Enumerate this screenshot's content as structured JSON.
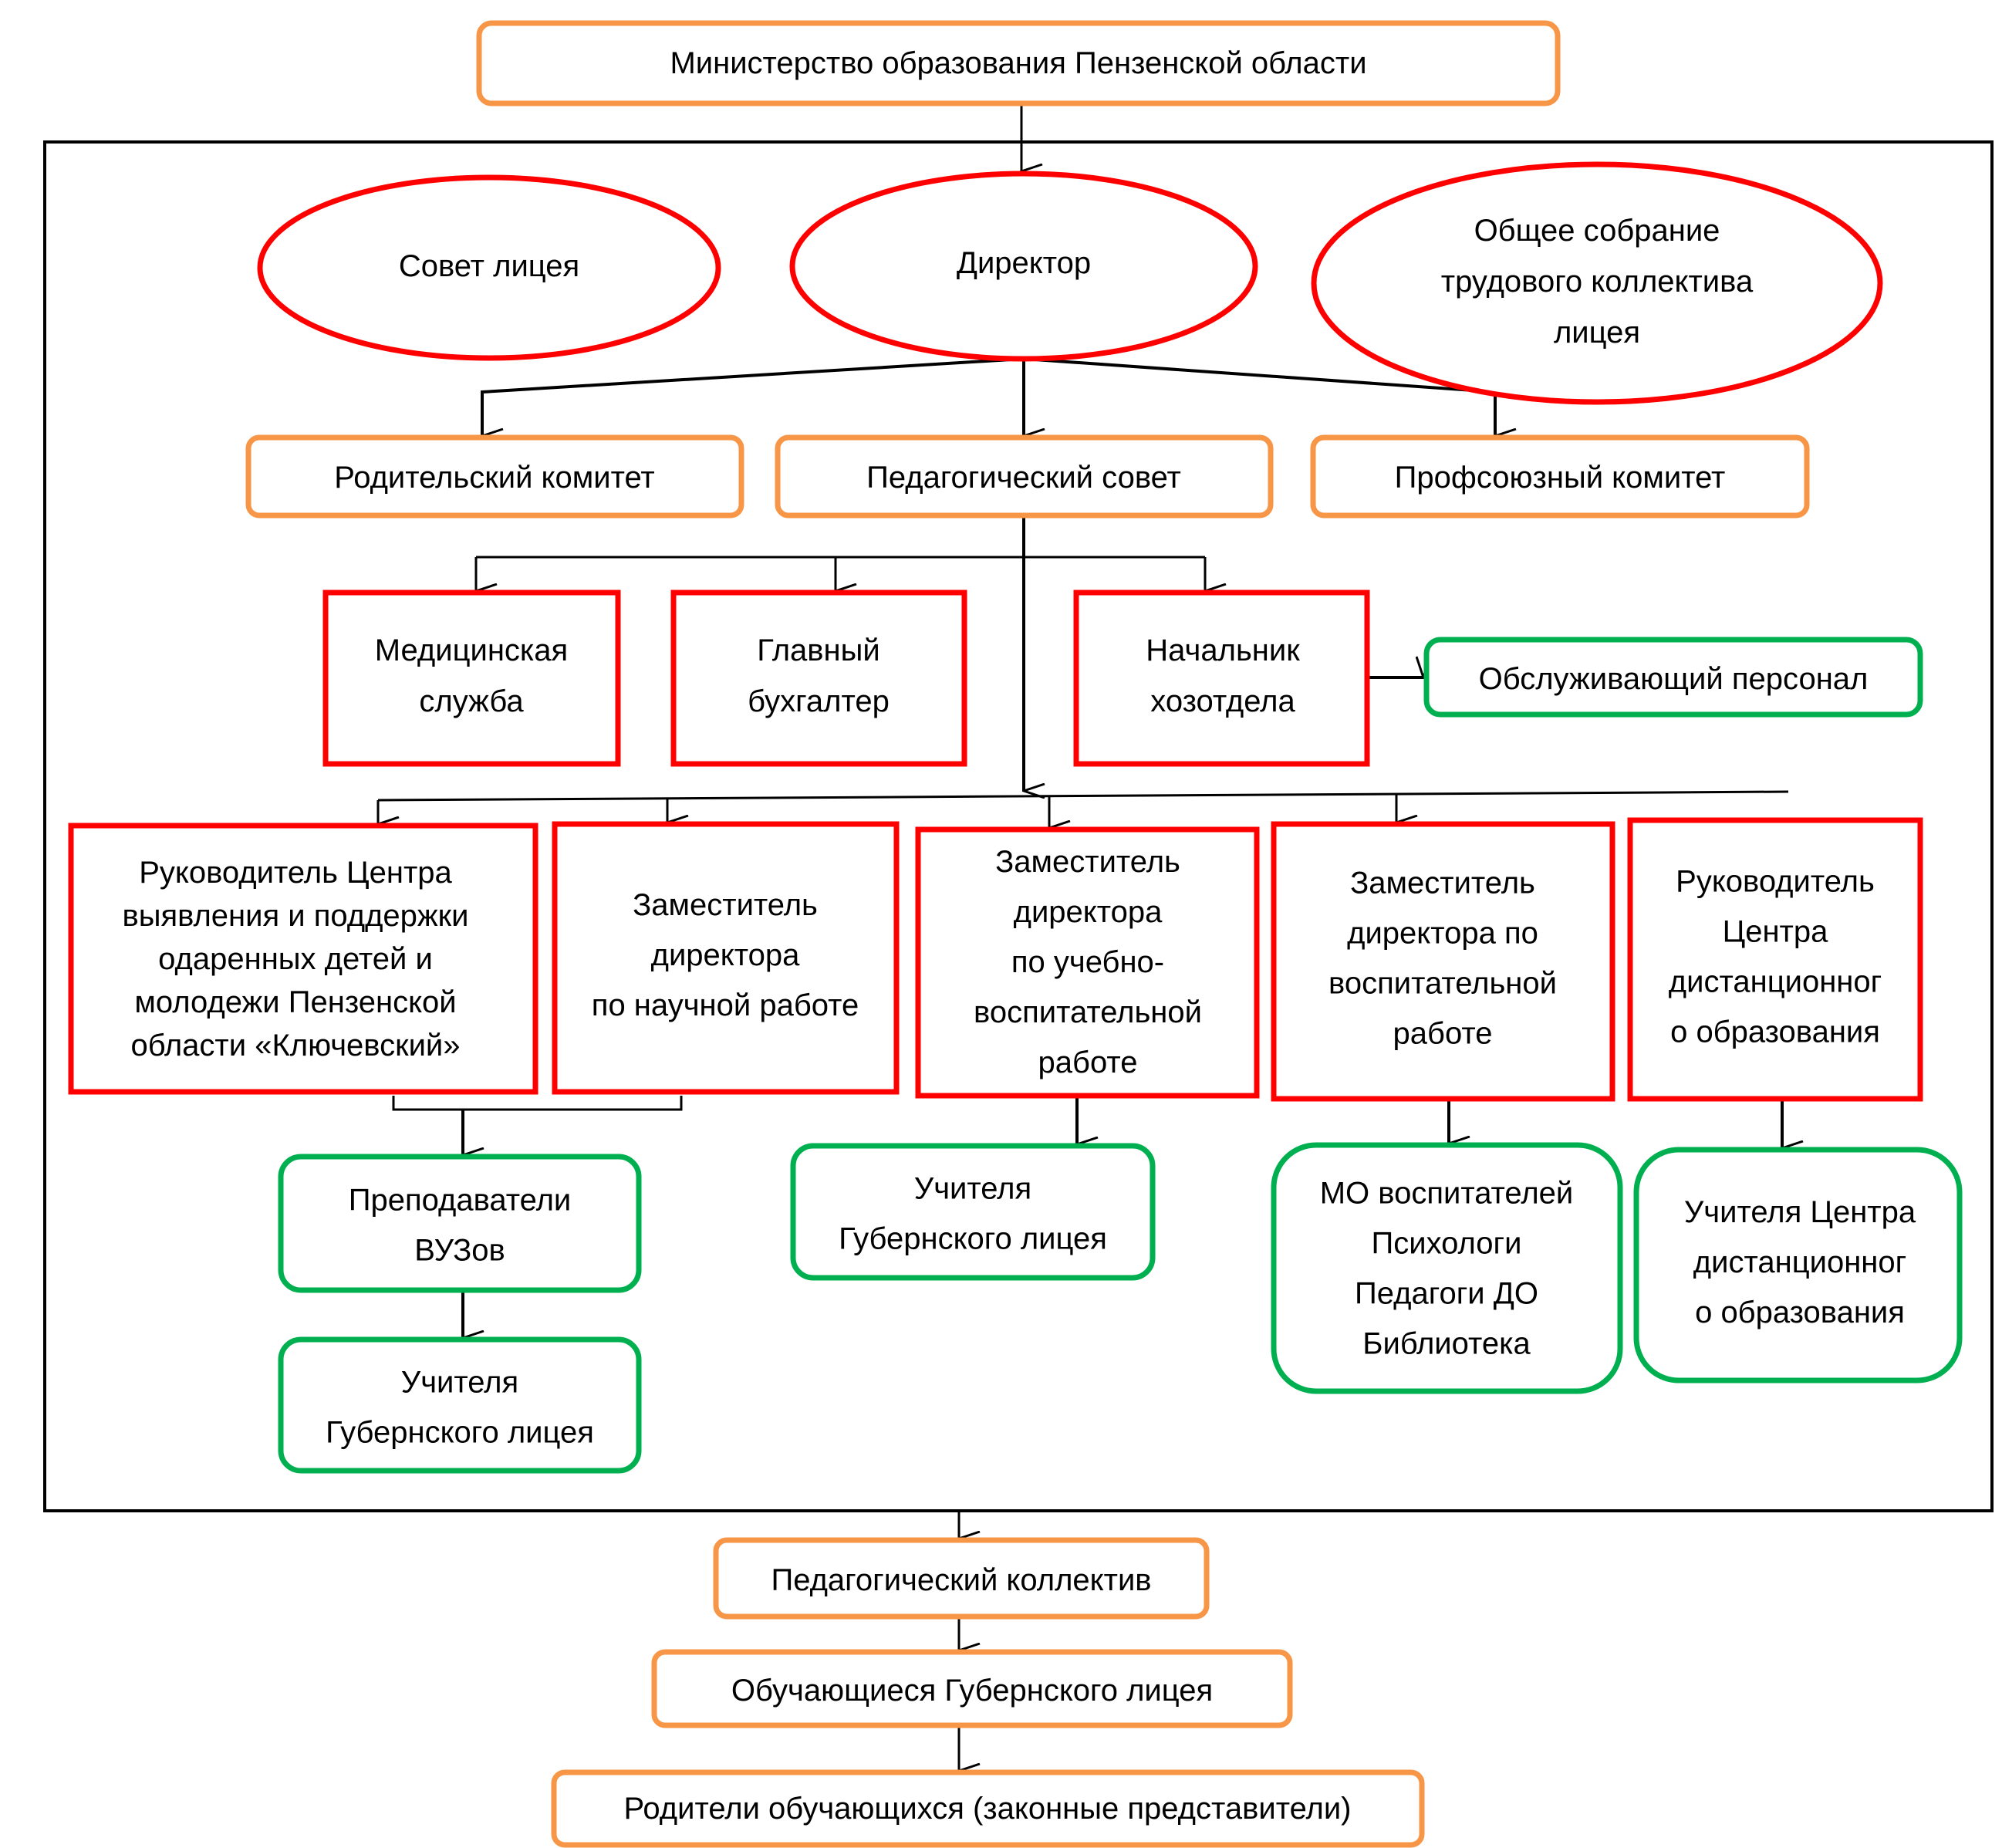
{
  "diagram": {
    "colors": {
      "orange": "#F79646",
      "red": "#FF0000",
      "green": "#00B050",
      "line": "#000000"
    },
    "ministry": [
      "Министерство образования Пензенской области"
    ],
    "governing": {
      "council": [
        "Совет лицея"
      ],
      "director": [
        "Директор"
      ],
      "assembly": [
        "Общее собрание",
        "трудового коллектива",
        "лицея"
      ]
    },
    "committees": {
      "parents": [
        "Родительский комитет"
      ],
      "pedagogical": [
        "Педагогический совет"
      ],
      "union": [
        "Профсоюзный комитет"
      ]
    },
    "services": {
      "medical": [
        "Медицинская",
        "служба"
      ],
      "accountant": [
        "Главный",
        "бухгалтер"
      ],
      "household": [
        "Начальник",
        "хозотдела"
      ],
      "staff": [
        "Обслуживающий персонал"
      ]
    },
    "deputies": {
      "klyuchevsky": [
        "Руководитель Центра",
        "выявления и поддержки",
        "одаренных детей и",
        "молодежи Пензенской",
        "области «Ключевский»"
      ],
      "science": [
        "Заместитель",
        "директора",
        "по научной работе"
      ],
      "education": [
        "Заместитель",
        "директора",
        "по учебно-",
        "воспитательной",
        "работе"
      ],
      "upbringing": [
        "Заместитель",
        "директора по",
        "воспитательной",
        "работе"
      ],
      "distance": [
        "Руководитель",
        "Центра",
        "дистанционног",
        "о образования"
      ]
    },
    "units": {
      "university_teachers": [
        "Преподаватели",
        "ВУЗов"
      ],
      "lyceum_teachers_left": [
        "Учителя",
        "Губернского лицея"
      ],
      "lyceum_teachers_mid": [
        "Учителя",
        "Губернского лицея"
      ],
      "educators": [
        "МО воспитателей",
        "Психологи",
        "Педагоги ДО",
        "Библиотека"
      ],
      "distance_teachers": [
        "Учителя Центра",
        "дистанционног",
        "о образования"
      ]
    },
    "bottom": {
      "collective": [
        "Педагогический коллектив"
      ],
      "students": [
        "Обучающиеся Губернского лицея"
      ],
      "parents": [
        "Родители обучающихся (законные представители)"
      ]
    }
  }
}
